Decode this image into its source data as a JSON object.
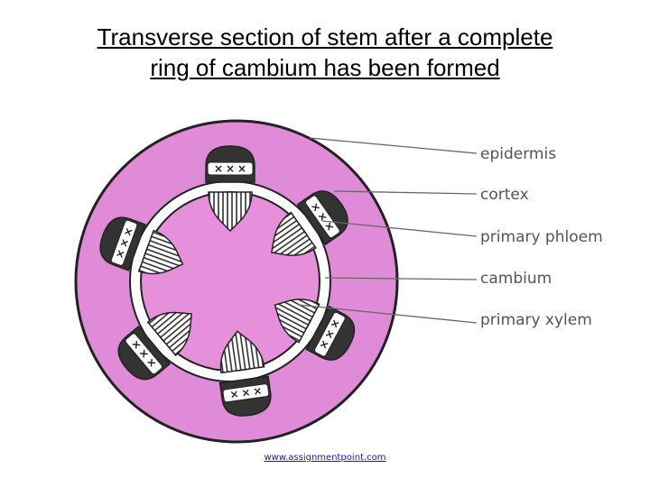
{
  "title": {
    "line1": "Transverse section of stem after a complete",
    "line2": "ring of cambium has been formed"
  },
  "labels": {
    "epidermis": "epidermis",
    "cortex": "cortex",
    "primary_phloem": "primary phloem",
    "cambium": "cambium",
    "primary_xylem": "primary xylem"
  },
  "footer": {
    "url": "www.assignmentpoint.com"
  },
  "colors": {
    "cortex_fill": "#E08BD7",
    "pith_fill": "#E690DC",
    "phloem_cap_fill": "#333333",
    "outline": "#222222",
    "ring_fill": "#ffffff",
    "leader_line": "#666666"
  }
}
